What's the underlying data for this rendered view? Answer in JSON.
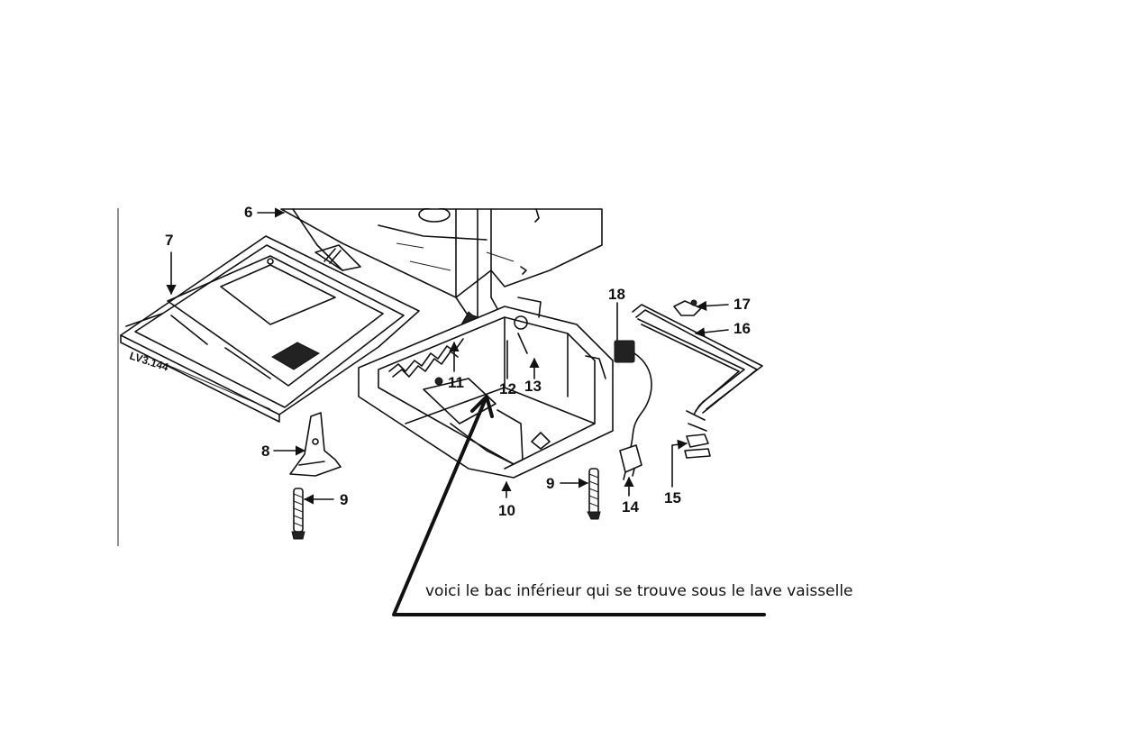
{
  "diagram": {
    "callouts": {
      "c6": "6",
      "c7": "7",
      "c8": "8",
      "c9a": "9",
      "c9b": "9",
      "c10": "10",
      "c11": "11",
      "c12": "12",
      "c13": "13",
      "c14": "14",
      "c15": "15",
      "c16": "16",
      "c17": "17",
      "c18": "18"
    },
    "drawing_code": "LV3.144"
  },
  "annotation": {
    "caption": "voici le bac inférieur qui se trouve sous le lave vaisselle"
  }
}
